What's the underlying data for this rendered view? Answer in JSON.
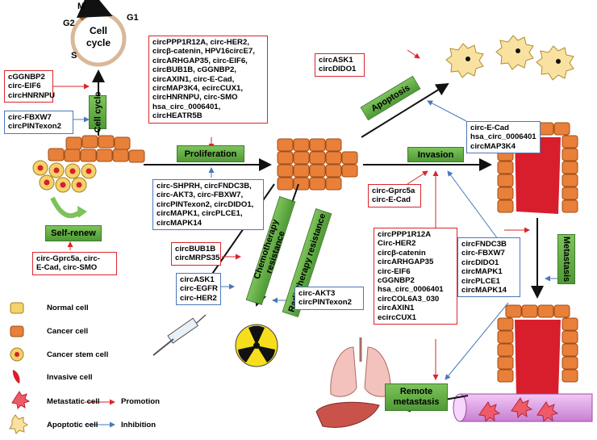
{
  "cell_cycle": {
    "title_line1": "Cell",
    "title_line2": "cycle",
    "phases": [
      "M",
      "G1",
      "G2",
      "S"
    ],
    "label": "Cell cycle",
    "promotion_box": [
      "cGGNBP2",
      "circ-EIF6",
      "circHNRNPU"
    ],
    "inhibition_box": [
      "circ-FBXW7",
      "circPINTexon2"
    ]
  },
  "self_renew": {
    "label": "Self-renew",
    "promotion_box": [
      "circ-Gprc5a, circ-",
      "E-Cad, circ-SMO"
    ]
  },
  "proliferation": {
    "label": "Proliferation",
    "promotion_box": [
      "circPPP1R12A, circ-HER2,",
      "circβ-catenin, HPV16circE7,",
      "circARHGAP35, circ-EIF6,",
      "circBUB1B, cGGNBP2,",
      "circAXIN1, circ-E-Cad,",
      "circMAP3K4, ecircCUX1,",
      "circHNRNPU, circ-SMO",
      "hsa_circ_0006401,",
      "circHEATR5B"
    ],
    "inhibition_box": [
      "circ-SHPRH, circFNDC3B,",
      "circ-AKT3, circ-FBXW7,",
      "circPINTexon2, circDIDO1,",
      "circMAPK1, circPLCE1,",
      "circMAPK14"
    ]
  },
  "apoptosis": {
    "label": "Apoptosis",
    "promotion_box": [
      "circASK1",
      "circDIDO1"
    ],
    "inhibition_box": [
      "circ-E-Cad",
      "hsa_circ_0006401",
      "circMAP3K4"
    ]
  },
  "invasion": {
    "label": "Invasion",
    "inhibition_box": [
      "circ-Gprc5a",
      "circ-E-Cad"
    ]
  },
  "chemo": {
    "label": "Chemotherapy resistance",
    "promotion_box": [
      "circBUB1B",
      "circMRPS35"
    ],
    "inhibition_box": [
      "circASK1",
      "circ-EGFR",
      "circ-HER2"
    ]
  },
  "radio": {
    "label": "Radiotherapy resistance",
    "inhibition_box": [
      "circ-AKT3",
      "circPINTexon2"
    ]
  },
  "metastasis": {
    "label": "Metastasis",
    "promotion_box": [
      "circPPP1R12A",
      "Circ-HER2",
      "circβ-catenin",
      "circARHGAP35",
      "circ-EIF6",
      "cGGNBP2",
      "hsa_circ_0006401",
      "circCOL6A3_030",
      "circAXIN1",
      "ecircCUX1"
    ],
    "inhibition_box": [
      "circFNDC3B",
      "circ-FBXW7",
      "circDIDO1",
      "circMAPK1",
      "circPLCE1",
      "circMAPK14"
    ]
  },
  "remote": {
    "label_line1": "Remote",
    "label_line2": "metastasis"
  },
  "legend": {
    "cells": [
      "Normal cell",
      "Cancer cell",
      "Cancer stem cell",
      "Invasive cell",
      "Metastatic cell",
      "Apoptotic cell"
    ],
    "promotion": "Promotion",
    "inhibition": "Inhibition"
  },
  "colors": {
    "promotion": "#d9262b",
    "inhibition": "#4a78b8",
    "label_green": "#5fa544",
    "cancer_cell": "#e8803a",
    "normal_cell": "#f5d36b",
    "invasive": "#d81e2c",
    "vessel": "#e0a0e8"
  }
}
